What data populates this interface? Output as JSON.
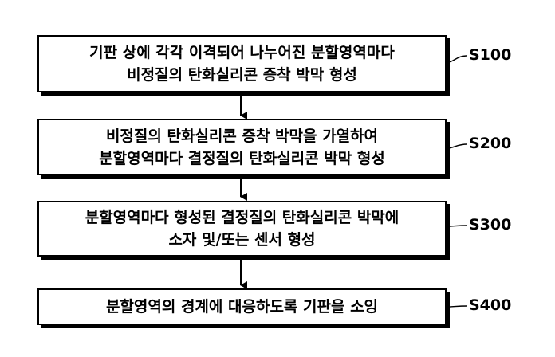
{
  "steps": [
    {
      "id": "S100",
      "lines": [
        "기판 상에 각각 이격되어 나누어진 분할영역마다",
        "비정질의 탄화실리콘 증착 박막 형성"
      ]
    },
    {
      "id": "S200",
      "lines": [
        "비정질의 탄화실리콘 증착 박막을 가열하여",
        "분할영역마다 결정질의 탄화실리콘 박막 형성"
      ]
    },
    {
      "id": "S300",
      "lines": [
        "분할영역마다 형성된 결정질의 탄화실리콘 박막에",
        "소자 및/또는 센서 형성"
      ]
    },
    {
      "id": "S400",
      "lines": [
        "분할영역의 경계에 대응하도록 기판을 소잉"
      ]
    }
  ]
}
